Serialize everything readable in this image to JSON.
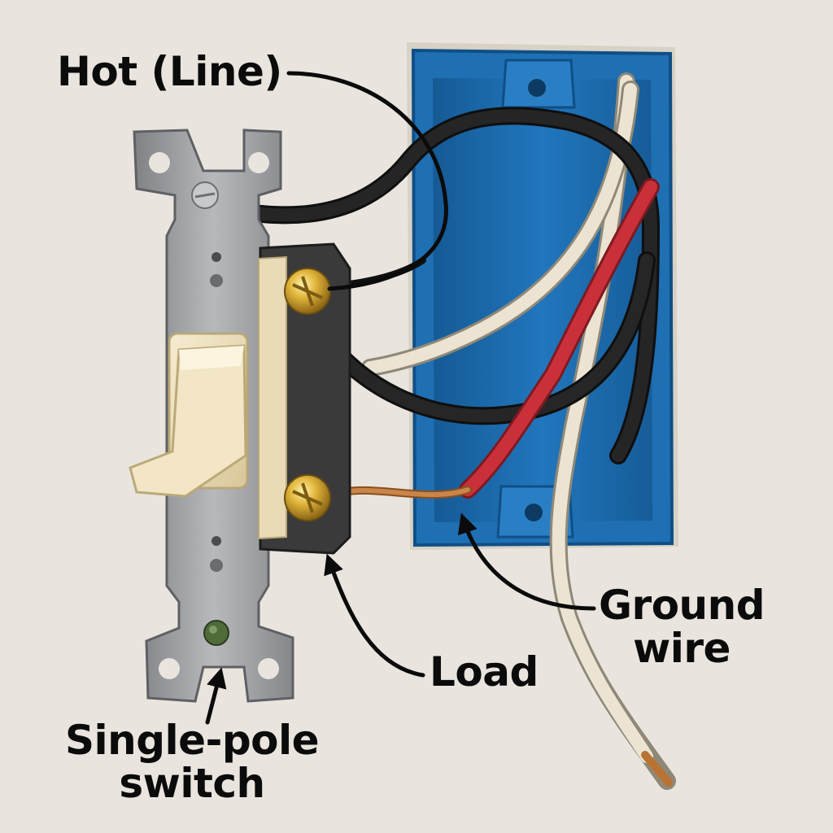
{
  "labels": {
    "hot": "Hot (Line)",
    "ground_line1": "Ground",
    "ground_line2": "wire",
    "load": "Load",
    "switch_line1": "Single-pole",
    "switch_line2": "switch"
  },
  "colors": {
    "wall": "#e9e5de",
    "box_blue": "#1f6fb3",
    "wire_black": "#161616",
    "wire_white": "#ece4d2",
    "wire_red": "#c9303a",
    "copper": "#b87333",
    "brass_screw": "#d4a528",
    "strap_metal": "#9a9ca0",
    "toggle_ivory": "#efe2bf",
    "switch_body": "#3a3a3a",
    "ground_screw": "#4f6b3a"
  }
}
